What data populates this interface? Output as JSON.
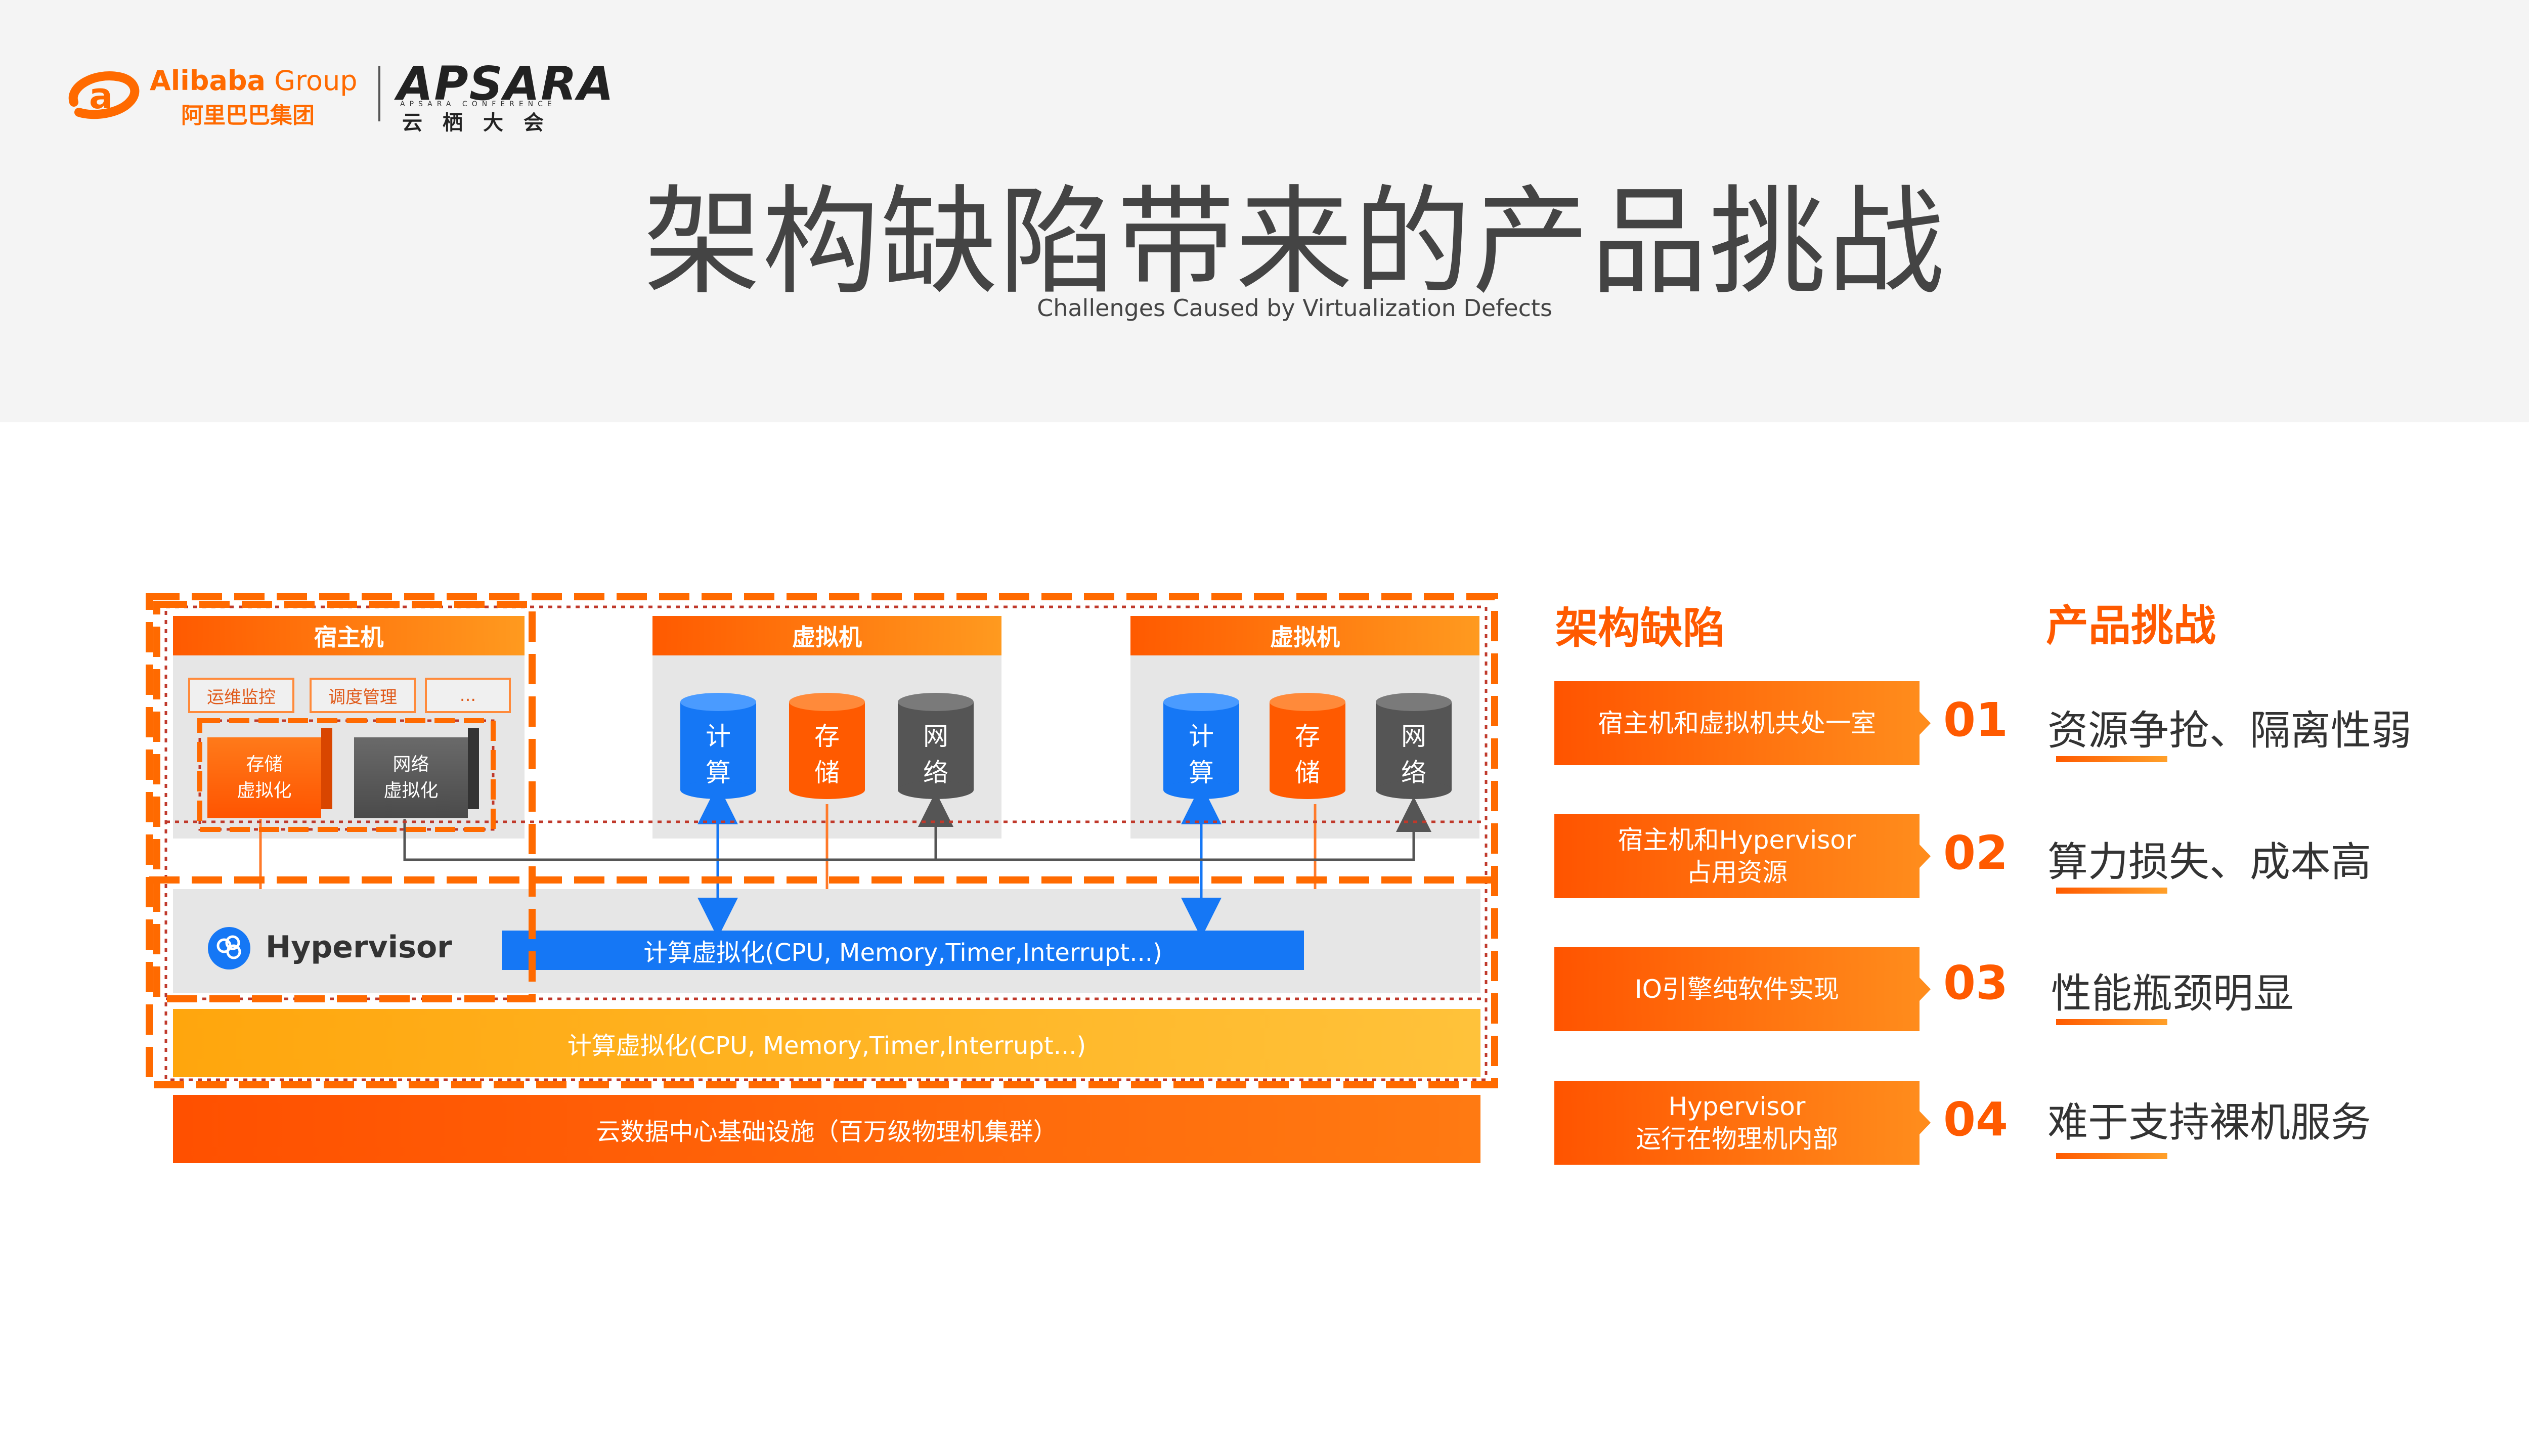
{
  "header": {
    "logo_alibaba_en_a": "Alibaba",
    "logo_alibaba_en_b": " Group",
    "logo_alibaba_cn": "阿里巴巴集团",
    "logo_apsara": "APSARA",
    "logo_apsara_sub": "APSARA CONFERENCE",
    "logo_apsara_cn": "云栖大会",
    "title": "架构缺陷带来的产品挑战",
    "subtitle": "Challenges Caused by Virtualization Defects"
  },
  "diagram": {
    "host": {
      "title": "宿主机",
      "tags": [
        "运维监控",
        "调度管理",
        "..."
      ],
      "storage_virt": [
        "存储",
        "虚拟化"
      ],
      "network_virt": [
        "网络",
        "虚拟化"
      ]
    },
    "vms": [
      {
        "title": "虚拟机",
        "components": [
          [
            "计",
            "算"
          ],
          [
            "存",
            "储"
          ],
          [
            "网",
            "络"
          ]
        ]
      },
      {
        "title": "虚拟机",
        "components": [
          [
            "计",
            "算"
          ],
          [
            "存",
            "储"
          ],
          [
            "网",
            "络"
          ]
        ]
      }
    ],
    "hypervisor_label": "Hypervisor",
    "compute_virt_bar": "计算虚拟化(CPU, Memory,Timer,Interrupt...)",
    "compute_virt_bar_lower": "计算虚拟化(CPU, Memory,Timer,Interrupt...)",
    "base_infra": "云数据中心基础设施（百万级物理机集群）",
    "colors": {
      "orange": "#ff5a00",
      "yellow": "#ffb020",
      "blue": "#1577f5",
      "dark_gray": "#5a5a5a",
      "dashed_red": "#c0392b"
    }
  },
  "right": {
    "head_defects": "架构缺陷",
    "head_challenges": "产品挑战",
    "rows": [
      {
        "defect": [
          "宿主机和虚拟机共处一室"
        ],
        "num": "01",
        "challenge": "资源争抢、隔离性弱"
      },
      {
        "defect": [
          "宿主机和Hypervisor",
          "占用资源"
        ],
        "num": "02",
        "challenge": "算力损失、成本高"
      },
      {
        "defect": [
          "IO引擎纯软件实现"
        ],
        "num": "03",
        "challenge": "性能瓶颈明显"
      },
      {
        "defect": [
          "Hypervisor",
          "运行在物理机内部"
        ],
        "num": "04",
        "challenge": "难于支持裸机服务"
      }
    ]
  }
}
